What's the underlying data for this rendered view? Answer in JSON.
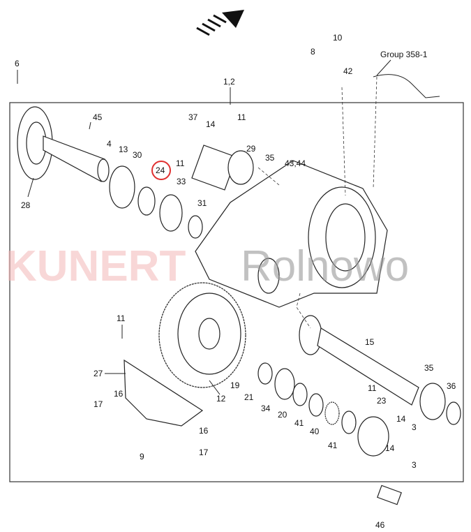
{
  "diagram": {
    "group_reference": "Group 358-1",
    "assembly_label": "1,2",
    "highlighted_part": "24",
    "highlight_color": "#e03030",
    "watermark": {
      "brand": "KUNERT",
      "suffix": "Rolnowo"
    },
    "labels": {
      "p6": "6",
      "p45": "45",
      "p4": "4",
      "p13": "13",
      "p30": "30",
      "p11a": "11",
      "p24": "24",
      "p28": "28",
      "p33": "33",
      "p31": "31",
      "p37": "37",
      "p14a": "14",
      "p11b": "11",
      "p29": "29",
      "p35a": "35",
      "p4344": "43,44",
      "p8": "8",
      "p10": "10",
      "p42": "42",
      "p12": "12",
      "p11c": "11",
      "p27": "27",
      "p16a": "16",
      "p17a": "17",
      "p9": "9",
      "p16b": "16",
      "p17b": "17",
      "p19": "19",
      "p21": "21",
      "p34": "34",
      "p20": "20",
      "p41a": "41",
      "p40": "40",
      "p41b": "41",
      "p15": "15",
      "p35b": "35",
      "p36": "36",
      "p11d": "11",
      "p23": "23",
      "p14b": "14",
      "p3a": "3",
      "p14c": "14",
      "p3b": "3",
      "p46": "46"
    }
  }
}
